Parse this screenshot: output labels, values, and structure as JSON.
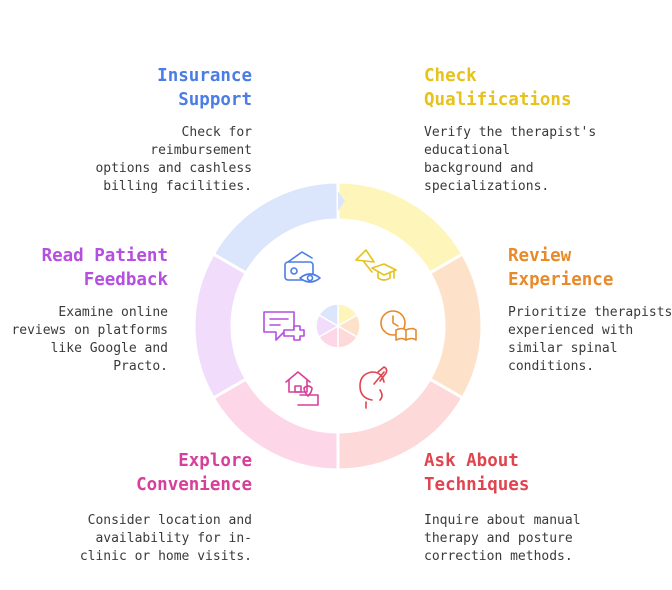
{
  "colors": {
    "blue": "#4a7de6",
    "yellow": "#e6c21a",
    "orange": "#e88a2a",
    "red": "#e0454f",
    "pink": "#d6409a",
    "purple": "#b44fe0"
  },
  "segments": [
    {
      "key": "insurance",
      "title_lines": [
        "Insurance",
        "Support"
      ],
      "desc_lines": [
        "Check for",
        "reimbursement",
        "options and cashless",
        "billing facilities."
      ],
      "fill": "#dbe6fd",
      "icon": "wallet-eye-icon",
      "icon_color": "#4a7de6"
    },
    {
      "key": "qualifications",
      "title_lines": [
        "Check",
        "Qualifications"
      ],
      "desc_lines": [
        "Verify the therapist's",
        "educational",
        "background and",
        "specializations."
      ],
      "fill": "#fdf5b9",
      "icon": "graduation-cap-icon",
      "icon_color": "#e6c21a"
    },
    {
      "key": "experience",
      "title_lines": [
        "Review",
        "Experience"
      ],
      "desc_lines": [
        "Prioritize therapists",
        "experienced with",
        "similar spinal",
        "conditions."
      ],
      "fill": "#fde2c9",
      "icon": "clock-book-icon",
      "icon_color": "#e88a2a"
    },
    {
      "key": "techniques",
      "title_lines": [
        "Ask About",
        "Techniques"
      ],
      "desc_lines": [
        "Inquire about manual",
        "therapy and posture",
        "correction methods."
      ],
      "fill": "#fdd9d9",
      "icon": "hand-head-icon",
      "icon_color": "#e0454f"
    },
    {
      "key": "convenience",
      "title_lines": [
        "Explore",
        "Convenience"
      ],
      "desc_lines": [
        "Consider location and",
        "availability for in-",
        "clinic or home visits."
      ],
      "fill": "#fdd6e8",
      "icon": "house-location-icon",
      "icon_color": "#d6409a"
    },
    {
      "key": "feedback",
      "title_lines": [
        "Read Patient",
        "Feedback"
      ],
      "desc_lines": [
        "Examine online",
        "reviews on platforms",
        "like Google and",
        "Practo."
      ],
      "fill": "#f1dcfc",
      "icon": "review-plus-icon",
      "icon_color": "#b44fe0"
    }
  ]
}
